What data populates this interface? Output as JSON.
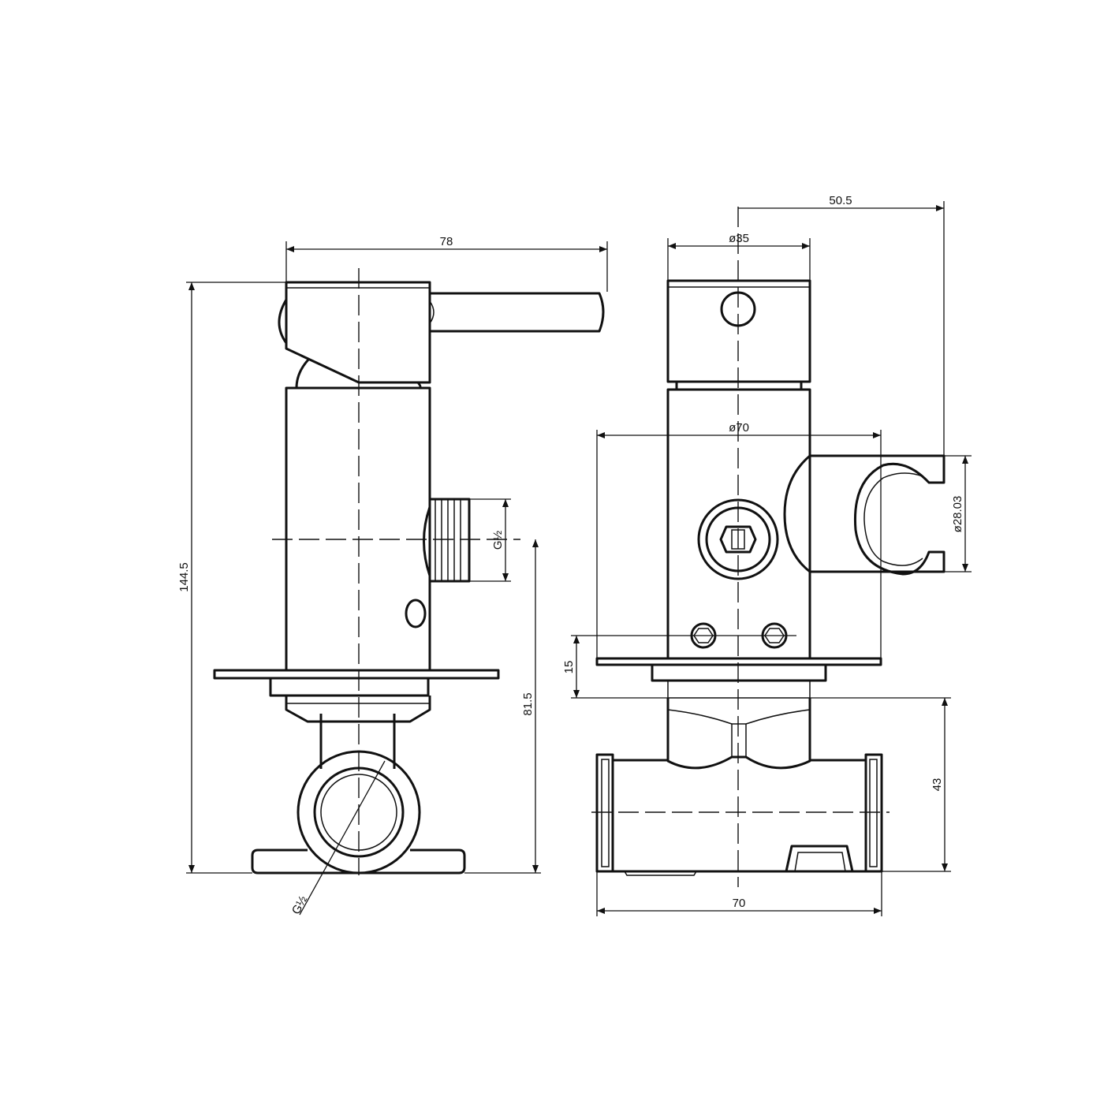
{
  "dimensions": {
    "side_width": "78",
    "side_height": "144.5",
    "side_thread": "G½",
    "side_center_height": "81.5",
    "bottom_thread": "G½",
    "front_overall_depth": "50.5",
    "front_cap_diameter": "ø35",
    "front_plate_diameter": "ø70",
    "holder_diameter": "ø28.03",
    "plate_offset": "15",
    "body_height": "43",
    "body_width": "70"
  },
  "colors": {
    "line": "#111111",
    "background": "#ffffff"
  }
}
